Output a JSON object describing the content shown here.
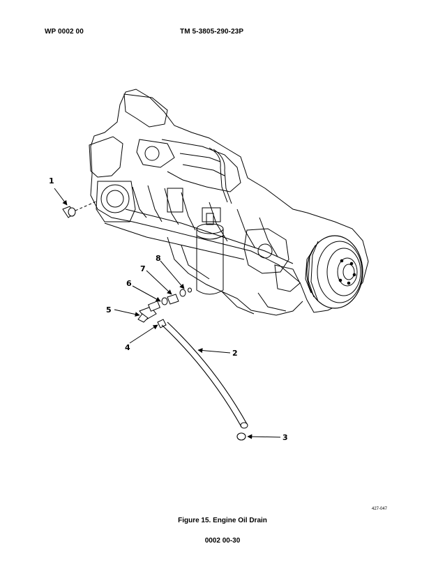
{
  "header": {
    "work_package": "WP 0002 00",
    "manual_number": "TM 5-3805-290-23P"
  },
  "figure": {
    "callouts": [
      "1",
      "2",
      "3",
      "4",
      "5",
      "6",
      "7",
      "8"
    ],
    "drawing_id": "427-047",
    "caption": "Figure 15. Engine Oil Drain"
  },
  "footer": {
    "page_number": "0002 00-30"
  }
}
